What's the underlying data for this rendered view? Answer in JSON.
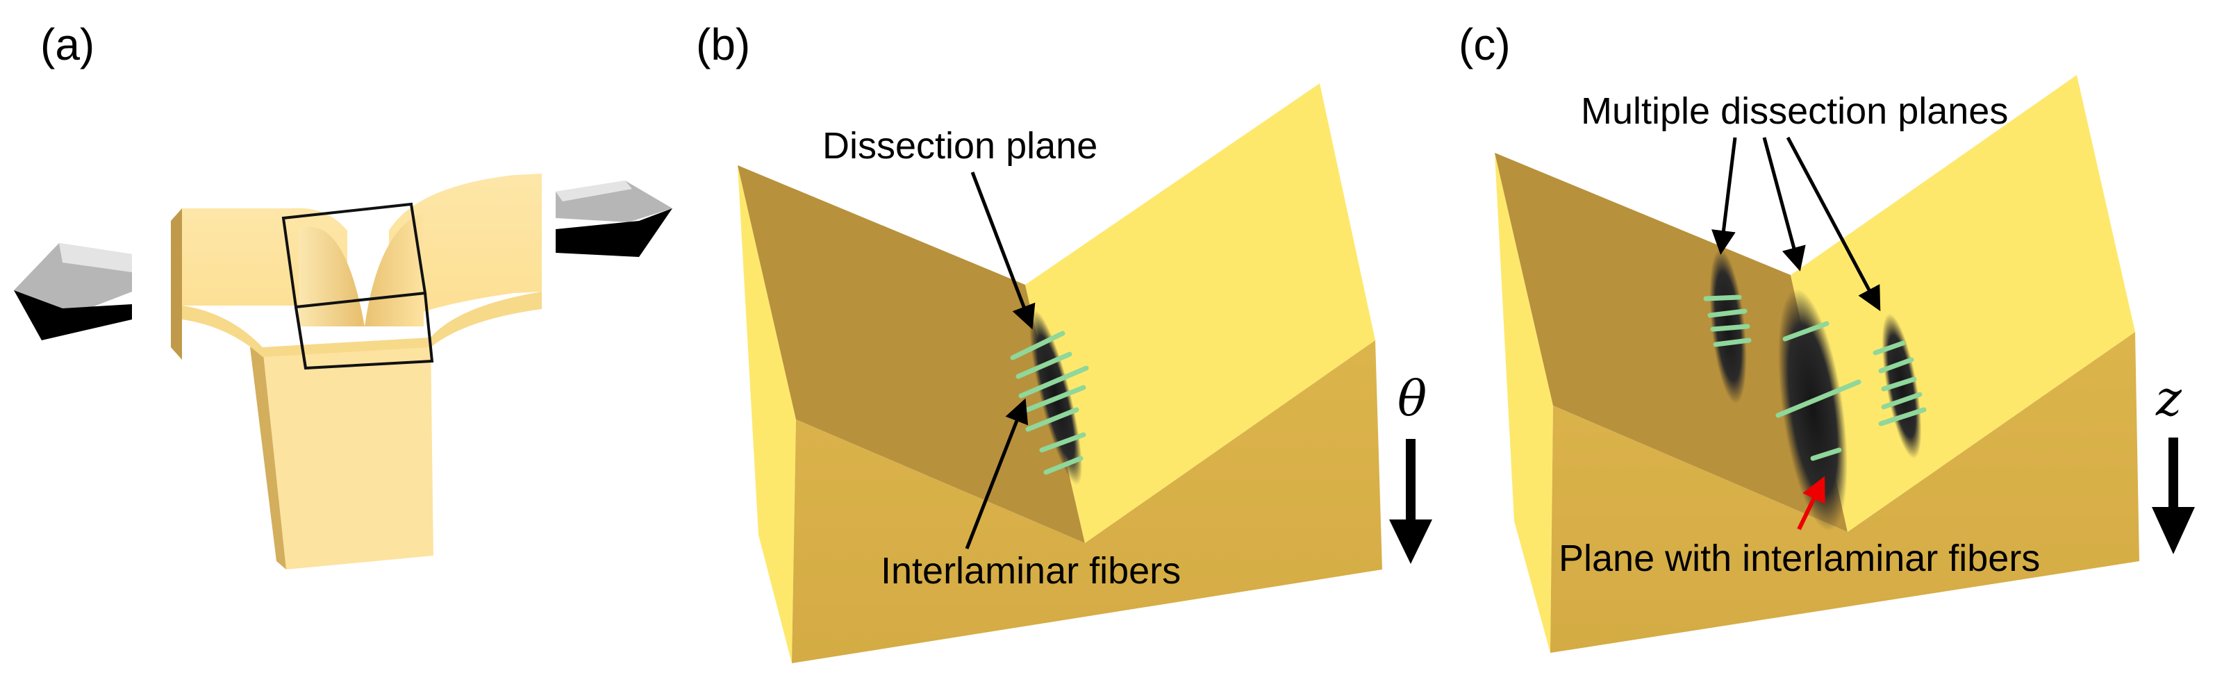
{
  "panels": {
    "a": {
      "letter": "(a)"
    },
    "b": {
      "letter": "(b)",
      "dissection_label": "Dissection plane",
      "fibers_label": "Interlaminar fibers",
      "axis_symbol": "θ"
    },
    "c": {
      "letter": "(c)",
      "multiple_label": "Multiple dissection planes",
      "plane_fibers_label": "Plane with interlaminar fibers",
      "axis_symbol": "z"
    }
  },
  "colors": {
    "tjunction": "#fddf92",
    "block_top": "#fee86c",
    "block_left_face": "#b8913c",
    "block_front": "#d8b24a",
    "dissection": "#1d1d1d",
    "fiber": "#8fd79a",
    "red_arrow": "#ee0000",
    "gray_arrow": "#9a9a9a"
  }
}
